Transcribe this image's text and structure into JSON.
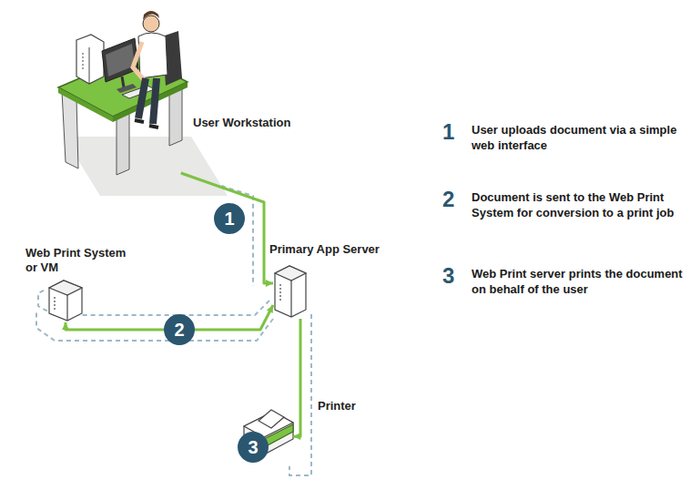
{
  "diagram": {
    "nodes": [
      {
        "text": [
          "User Workstation"
        ]
      },
      {
        "text": [
          "Primary App Server"
        ]
      },
      {
        "text": [
          "Web Print System or VM"
        ]
      },
      {
        "text": [
          "Printer"
        ]
      }
    ],
    "edges": [
      {
        "from": 0,
        "to": 1,
        "arrow": "to"
      },
      {
        "from": 1,
        "to": 2,
        "arrow": "both"
      },
      {
        "from": 1,
        "to": 3,
        "arrow": "to"
      }
    ],
    "labels": [
      "1",
      "2",
      "3",
      "1",
      "User uploads document via a simple web interface",
      "2",
      "Document is sent to the Web Print System for conversion to a print job",
      "3",
      "Web Print server prints the document on behalf of the user"
    ]
  }
}
